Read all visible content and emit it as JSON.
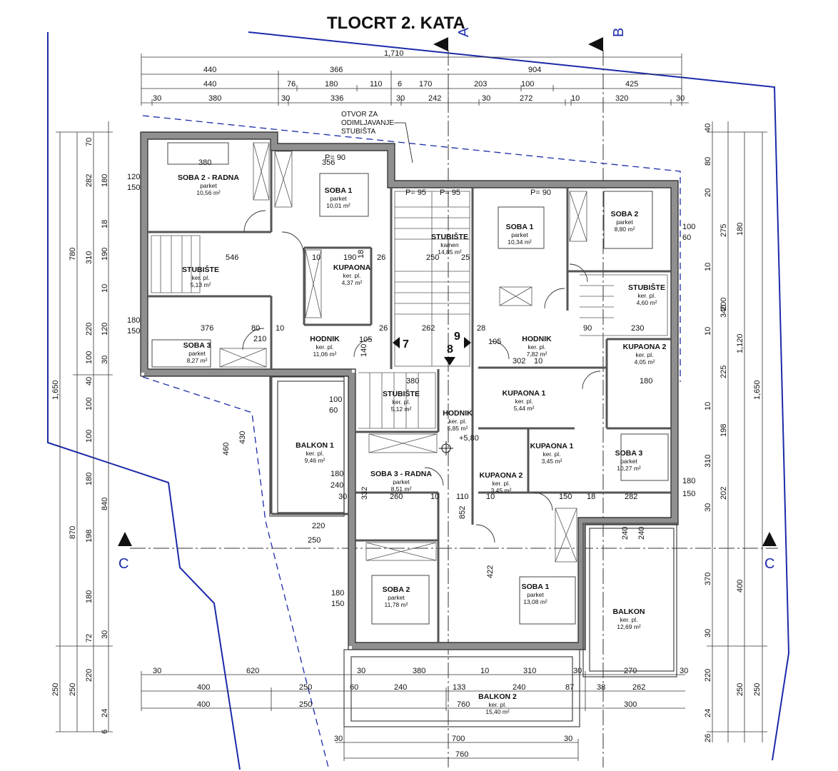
{
  "title": "TLOCRT 2. KATA",
  "colors": {
    "boundary": "#1a2aa8",
    "wall": "#9a9a9a",
    "line": "#111111"
  },
  "sections": {
    "a": "A",
    "b": "B",
    "c_left": "C",
    "c_right": "C"
  },
  "note": {
    "line1": "OTVOR ZA",
    "line2": "ODIMLJAVANJE",
    "line3": "STUBIŠTA"
  },
  "elevation": "+5,80",
  "stair_numbers": {
    "n7": "7",
    "n8": "8",
    "n9": "9"
  },
  "top_dims": {
    "row1": [
      "1,710"
    ],
    "row2": [
      "440",
      "366",
      "904"
    ],
    "row3": [
      "440",
      "76",
      "180",
      "110",
      "6",
      "170",
      "203",
      "100",
      "425"
    ],
    "row4": [
      "30",
      "380",
      "30",
      "336",
      "30",
      "242",
      "30",
      "272",
      "10",
      "320",
      "30"
    ]
  },
  "bottom_dims": {
    "row1": [
      "30",
      "620",
      "30",
      "380",
      "10",
      "310",
      "30",
      "270",
      "30"
    ],
    "row2": [
      "400",
      "250",
      "60",
      "240",
      "133",
      "240",
      "87",
      "38",
      "262"
    ],
    "row3": [
      "400",
      "250",
      "760",
      "300"
    ],
    "row4": [
      "30",
      "700",
      "30"
    ],
    "row5": [
      "760"
    ]
  },
  "left_dims": {
    "outer": [
      "1,650",
      "250"
    ],
    "mid": [
      "780",
      "870",
      "250"
    ],
    "inner": [
      "282",
      "310",
      "220",
      "100",
      "840",
      "198",
      "72",
      "220"
    ],
    "innermost": [
      "70",
      "180",
      "18",
      "190",
      "10",
      "120",
      "30",
      "40",
      "100",
      "100",
      "180",
      "180",
      "30",
      "24",
      "6"
    ]
  },
  "right_dims": {
    "outer": [
      "1,650",
      "250"
    ],
    "mid": [
      "1,120",
      "340",
      "400",
      "250"
    ],
    "inner": [
      "275",
      "200",
      "225",
      "198",
      "202",
      "370",
      "220"
    ],
    "innermost": [
      "40",
      "80",
      "20",
      "180",
      "10",
      "10",
      "10",
      "310",
      "30",
      "30",
      "24",
      "26"
    ]
  },
  "rooms": [
    {
      "name": "SOBA 2 - RADNA",
      "floor": "parket",
      "area": "10,56 m²"
    },
    {
      "name": "SOBA 1",
      "floor": "parket",
      "area": "10,01 m²"
    },
    {
      "name": "STUBIŠTE",
      "floor": "kamen",
      "area": "14,85 m²"
    },
    {
      "name": "SOBA 1",
      "floor": "parket",
      "area": "10,34 m²"
    },
    {
      "name": "SOBA 2",
      "floor": "parket",
      "area": "8,80 m²"
    },
    {
      "name": "STUBIŠTE",
      "floor": "ker. pl.",
      "area": "5,13 m²"
    },
    {
      "name": "KUPAONA",
      "floor": "ker. pl.",
      "area": "4,37 m²"
    },
    {
      "name": "STUBIŠTE",
      "floor": "ker. pl.",
      "area": "4,60 m²"
    },
    {
      "name": "SOBA 3",
      "floor": "parket",
      "area": "8,27 m²"
    },
    {
      "name": "HODNIK",
      "floor": "ker. pl.",
      "area": "11,06 m²"
    },
    {
      "name": "HODNIK",
      "floor": "ker. pl.",
      "area": "7,82 m²"
    },
    {
      "name": "KUPAONA 2",
      "floor": "ker. pl.",
      "area": "4,05 m²"
    },
    {
      "name": "STUBIŠTE",
      "floor": "ker. pl.",
      "area": "5,12 m²"
    },
    {
      "name": "HODNIK",
      "floor": "ker. pl.",
      "area": "5,85 m²"
    },
    {
      "name": "KUPAONA 1",
      "floor": "ker. pl.",
      "area": "5,44 m²"
    },
    {
      "name": "BALKON 1",
      "floor": "ker. pl.",
      "area": "9,46 m²"
    },
    {
      "name": "KUPAONA 1",
      "floor": "ker. pl.",
      "area": "3,45 m²"
    },
    {
      "name": "SOBA 3",
      "floor": "parket",
      "area": "10,27 m²"
    },
    {
      "name": "SOBA 3 - RADNA",
      "floor": "parket",
      "area": "8,51 m²"
    },
    {
      "name": "KUPAONA 2",
      "floor": "ker. pl.",
      "area": "3,45 m²"
    },
    {
      "name": "SOBA 2",
      "floor": "parket",
      "area": "11,78 m²"
    },
    {
      "name": "SOBA 1",
      "floor": "parket",
      "area": "13,08 m²"
    },
    {
      "name": "BALKON",
      "floor": "ker. pl.",
      "area": "12,69 m²"
    },
    {
      "name": "BALKON 2",
      "floor": "ker. pl.",
      "area": "15,40 m²"
    }
  ],
  "internal_dims": [
    "380",
    "356",
    "546",
    "10",
    "190",
    "18",
    "26",
    "250",
    "25",
    "376",
    "80",
    "10",
    "210",
    "302",
    "10",
    "230",
    "90",
    "380",
    "180",
    "260",
    "10",
    "110",
    "10",
    "150",
    "18",
    "282",
    "460",
    "430",
    "220",
    "250",
    "332",
    "852",
    "422",
    "240",
    "240",
    "P= 90",
    "P= 95",
    "P= 95",
    "P= 90",
    "105",
    "140",
    "26",
    "262",
    "28",
    "105",
    "100",
    "60",
    "180",
    "240",
    "30",
    "180",
    "150",
    "120",
    "150",
    "180",
    "150",
    "100",
    "60",
    "180",
    "150"
  ]
}
